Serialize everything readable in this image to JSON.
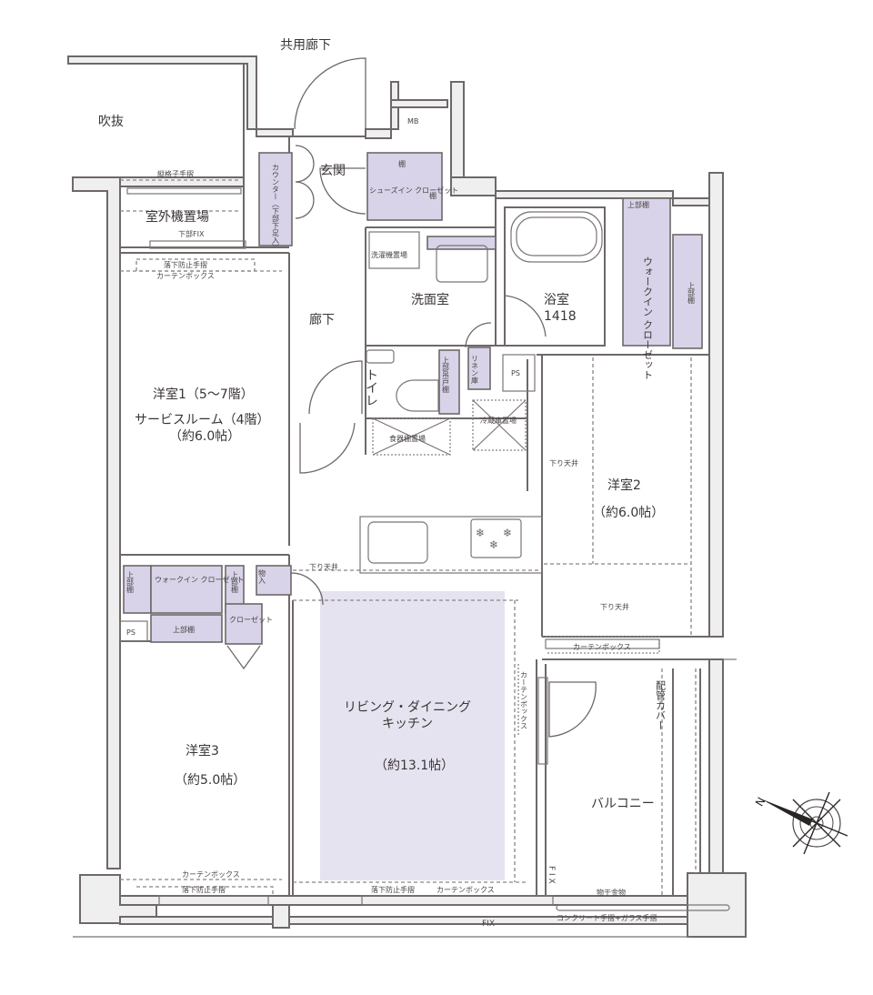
{
  "floor_plan": {
    "labels": {
      "common_corridor": "共用廊下",
      "atrium": "吹抜",
      "mb": "MB",
      "lattice_railing": "縦格子手摺",
      "outdoor_unit_space": "室外機置場",
      "lower_fix": "下部FIX",
      "fall_prevention_railing_top": "落下防止手摺",
      "curtain_box_top": "カーテンボックス",
      "entrance": "玄関",
      "counter": "カウンター（下部下足入）",
      "shoe_in_closet": "シューズイン クローゼット",
      "shelf": "棚",
      "washer_space": "洗濯機置場",
      "washroom": "洗面室",
      "bathroom": "浴室",
      "bathroom_size": "1418",
      "walk_in_closet_bed2": "ウォークイン クローゼット",
      "upper_cabinet": "上部棚",
      "corridor": "廊下",
      "linen_storage": "リネン庫",
      "ps": "PS",
      "toilet": "トイレ",
      "toilet_upper_cabinet": "上部吊戸棚",
      "dish_rack_space": "食器棚置場",
      "fridge_space": "冷蔵庫置場",
      "lowered_ceiling": "下り天井",
      "western_room_1": "洋室1（5〜7階）",
      "service_room": "サービスルーム（4階）",
      "western_room_1_size": "（約6.0帖）",
      "western_room_2": "洋室2",
      "western_room_2_size": "（約6.0帖）",
      "walk_in_closet_bed1": "ウォークイン クローゼット",
      "storage": "物入",
      "closet": "クローゼット",
      "ldk": "リビング・ダイニング",
      "ldk_kitchen": "キッチン",
      "ldk_size": "（約13.1帖）",
      "western_room_3": "洋室3",
      "western_room_3_size": "（約5.0帖）",
      "curtain_box": "カーテンボックス",
      "fall_prevention_railing": "落下防止手摺",
      "balcony": "バルコニー",
      "pipe_cover": "配管カバー",
      "laundry_hardware": "物干金物",
      "balcony_railing": "コンクリート手摺+ガラス手摺",
      "fix": "FIX",
      "fix_vertical": "F I X",
      "compass_north": "N"
    },
    "colors": {
      "wall_fill": "#efefef",
      "wall_stroke": "#6e6868",
      "storage_purple": "#d8d3e8",
      "ldk_highlight": "#e6e3f0"
    }
  }
}
